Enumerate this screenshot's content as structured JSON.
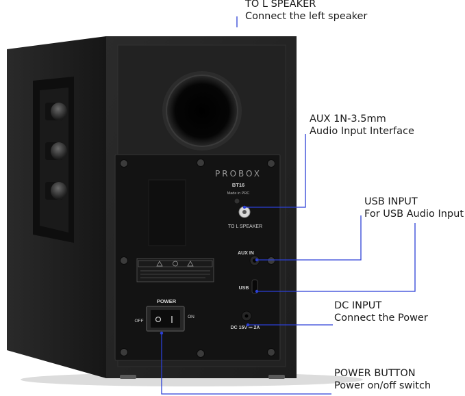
{
  "brand": "PROBOX",
  "model": "BT16",
  "origin": "Made in PRC",
  "ports": {
    "to_l_speaker": "TO L SPEAKER",
    "aux_in": "AUX IN",
    "usb": "USB",
    "dc": "DC 15V ⎓ 2A"
  },
  "switch": {
    "label": "POWER",
    "off": "OFF",
    "on": "ON"
  },
  "callouts": {
    "speaker": {
      "title": "TO L SPEAKER",
      "desc": "Connect the left speaker"
    },
    "aux": {
      "title": "AUX 1N-3.5mm",
      "desc": "Audio Input Interface"
    },
    "usb": {
      "title": "USB INPUT",
      "desc": "For USB Audio Input"
    },
    "dc": {
      "title": "DC INPUT",
      "desc": "Connect the Power"
    },
    "power": {
      "title": "POWER BUTTON",
      "desc": "Power on/off switch"
    }
  },
  "colors": {
    "leader": "#2b3fd6",
    "cabinet": "#1c1c1c",
    "panel": "#151515"
  }
}
